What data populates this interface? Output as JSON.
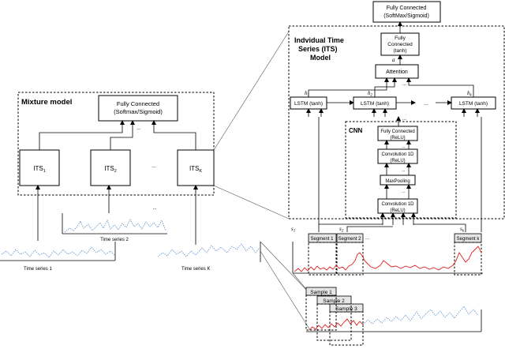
{
  "mixture": {
    "title": "Mixture model",
    "fc_line1": "Fully Connected",
    "fc_line2": "(Softmax/Sigmoid)",
    "its1": "ITS",
    "its1_sub": "1",
    "its2": "ITS",
    "its2_sub": "2",
    "itsk": "ITS",
    "itsk_sub": "K",
    "dots": "...",
    "between_dots": "..."
  },
  "series_labels": {
    "ts1": "Time series 1",
    "ts2": "Time series 2",
    "tsk": "Time series K",
    "dots": "..."
  },
  "its_model": {
    "title_line1": "Indvidual Time",
    "title_line2": "Series (ITS)",
    "title_line3": "Model",
    "top_fc_line1": "Fully Connected",
    "top_fc_line2": "(SoftMax/Sigmoid)",
    "fc_line1": "Fully",
    "fc_line2": "Connected",
    "fc_line3": "(tanh)",
    "a_label": "a",
    "attention": "Attention",
    "att_dots": "...",
    "lstm1": "LSTM (tanh)",
    "lstm2": "LSTM (tanh)",
    "lstm3": "LSTM (tanh)",
    "lstm_dots": "...",
    "h1": "h",
    "h1_sub": "1",
    "h2": "h",
    "h2_sub": "2",
    "hk": "h",
    "hk_sub": "k",
    "h_dots": "..."
  },
  "cnn": {
    "title": "CNN",
    "fc_line1": "Fully Connected",
    "fc_line2": "(ReLU)",
    "conv2_line1": "Convolution 1D",
    "conv2_line2": "(ReLU)",
    "maxpool": "MaxPooling",
    "conv1_line1": "Convolution 1D",
    "conv1_line2": "(ReLU)",
    "dots1": "...",
    "dots2": "...",
    "dots3": "...",
    "dots4": "..."
  },
  "segments": {
    "seg1": "Segment 1",
    "seg2": "Segment 2",
    "segk": "Segment k",
    "s1": "s",
    "s1_sub": "1",
    "s2": "s",
    "s2_sub": "2",
    "sk": "s",
    "sk_sub": "k",
    "dots": "..."
  },
  "samples": {
    "sample1": "Sample 1",
    "sample2": "Sample 2",
    "sample3": "Sample 3"
  }
}
